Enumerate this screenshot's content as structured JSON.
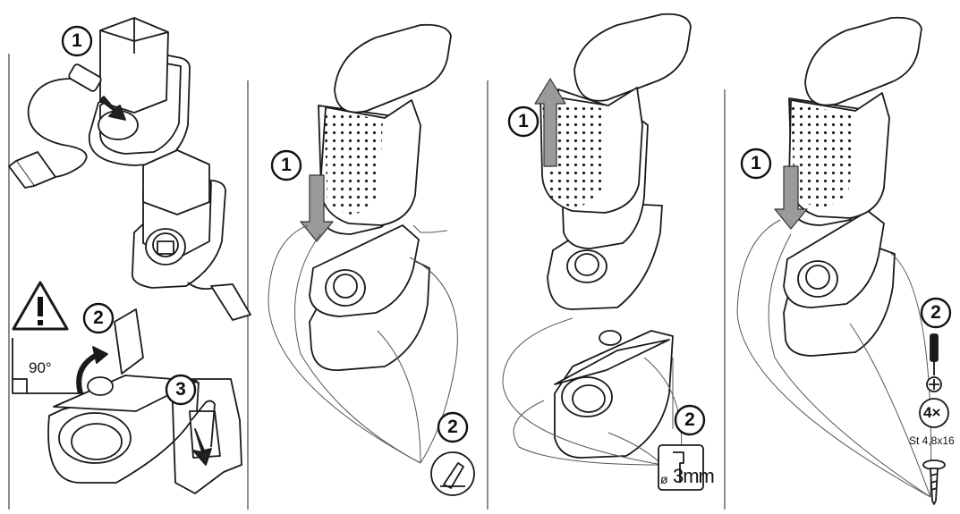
{
  "steps": {
    "p1_a": "1",
    "p1_b": "2",
    "p1_c": "3",
    "p2_a": "1",
    "p2_b": "2",
    "p3_a": "1",
    "p3_b": "2",
    "p4_a": "1",
    "p4_b": "2"
  },
  "annotations": {
    "angle": "90°",
    "drill_size": "3mm",
    "drill_symbol": "ø",
    "screw_qty": "4×",
    "screw_spec": "St 4,8x16"
  },
  "colors": {
    "line": "#1a1a1a",
    "arrow_fill": "#9a9a9a",
    "dots": "#222222"
  }
}
